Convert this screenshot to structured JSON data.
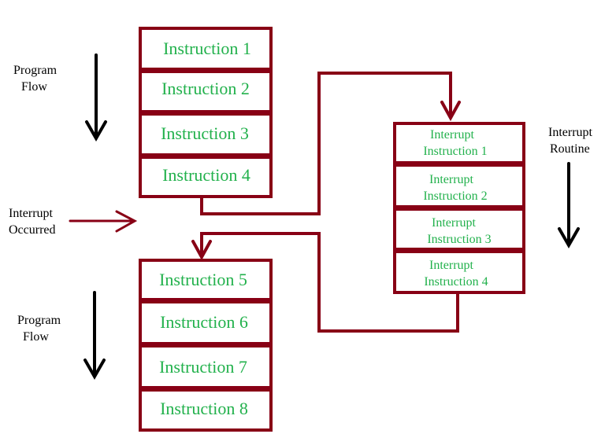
{
  "main_block": {
    "instructions": [
      "Instruction 1",
      "Instruction 2",
      "Instruction 3",
      "Instruction 4"
    ]
  },
  "resume_block": {
    "instructions": [
      "Instruction 5",
      "Instruction 6",
      "Instruction 7",
      "Instruction 8"
    ]
  },
  "interrupt_block": {
    "instructions": [
      {
        "line1": "Interrupt",
        "line2": "Instruction 1"
      },
      {
        "line1": "Interrupt",
        "line2": "Instruction 2"
      },
      {
        "line1": "Interrupt",
        "line2": "Instruction  3"
      },
      {
        "line1": "Interrupt",
        "line2": "Instruction  4"
      }
    ]
  },
  "labels": {
    "program_flow_top": {
      "line1": "Program",
      "line2": "Flow"
    },
    "program_flow_bottom": {
      "line1": "Program",
      "line2": "Flow"
    },
    "interrupt_occurred": {
      "line1": "Interrupt",
      "line2": "Occurred"
    },
    "interrupt_routine": {
      "line1": "Interrupt",
      "line2": "Routine"
    }
  },
  "colors": {
    "box_border": "#880015",
    "connector": "#880015",
    "instruction_text": "#22b14c",
    "label_text": "#000000",
    "flow_arrow": "#000000"
  }
}
